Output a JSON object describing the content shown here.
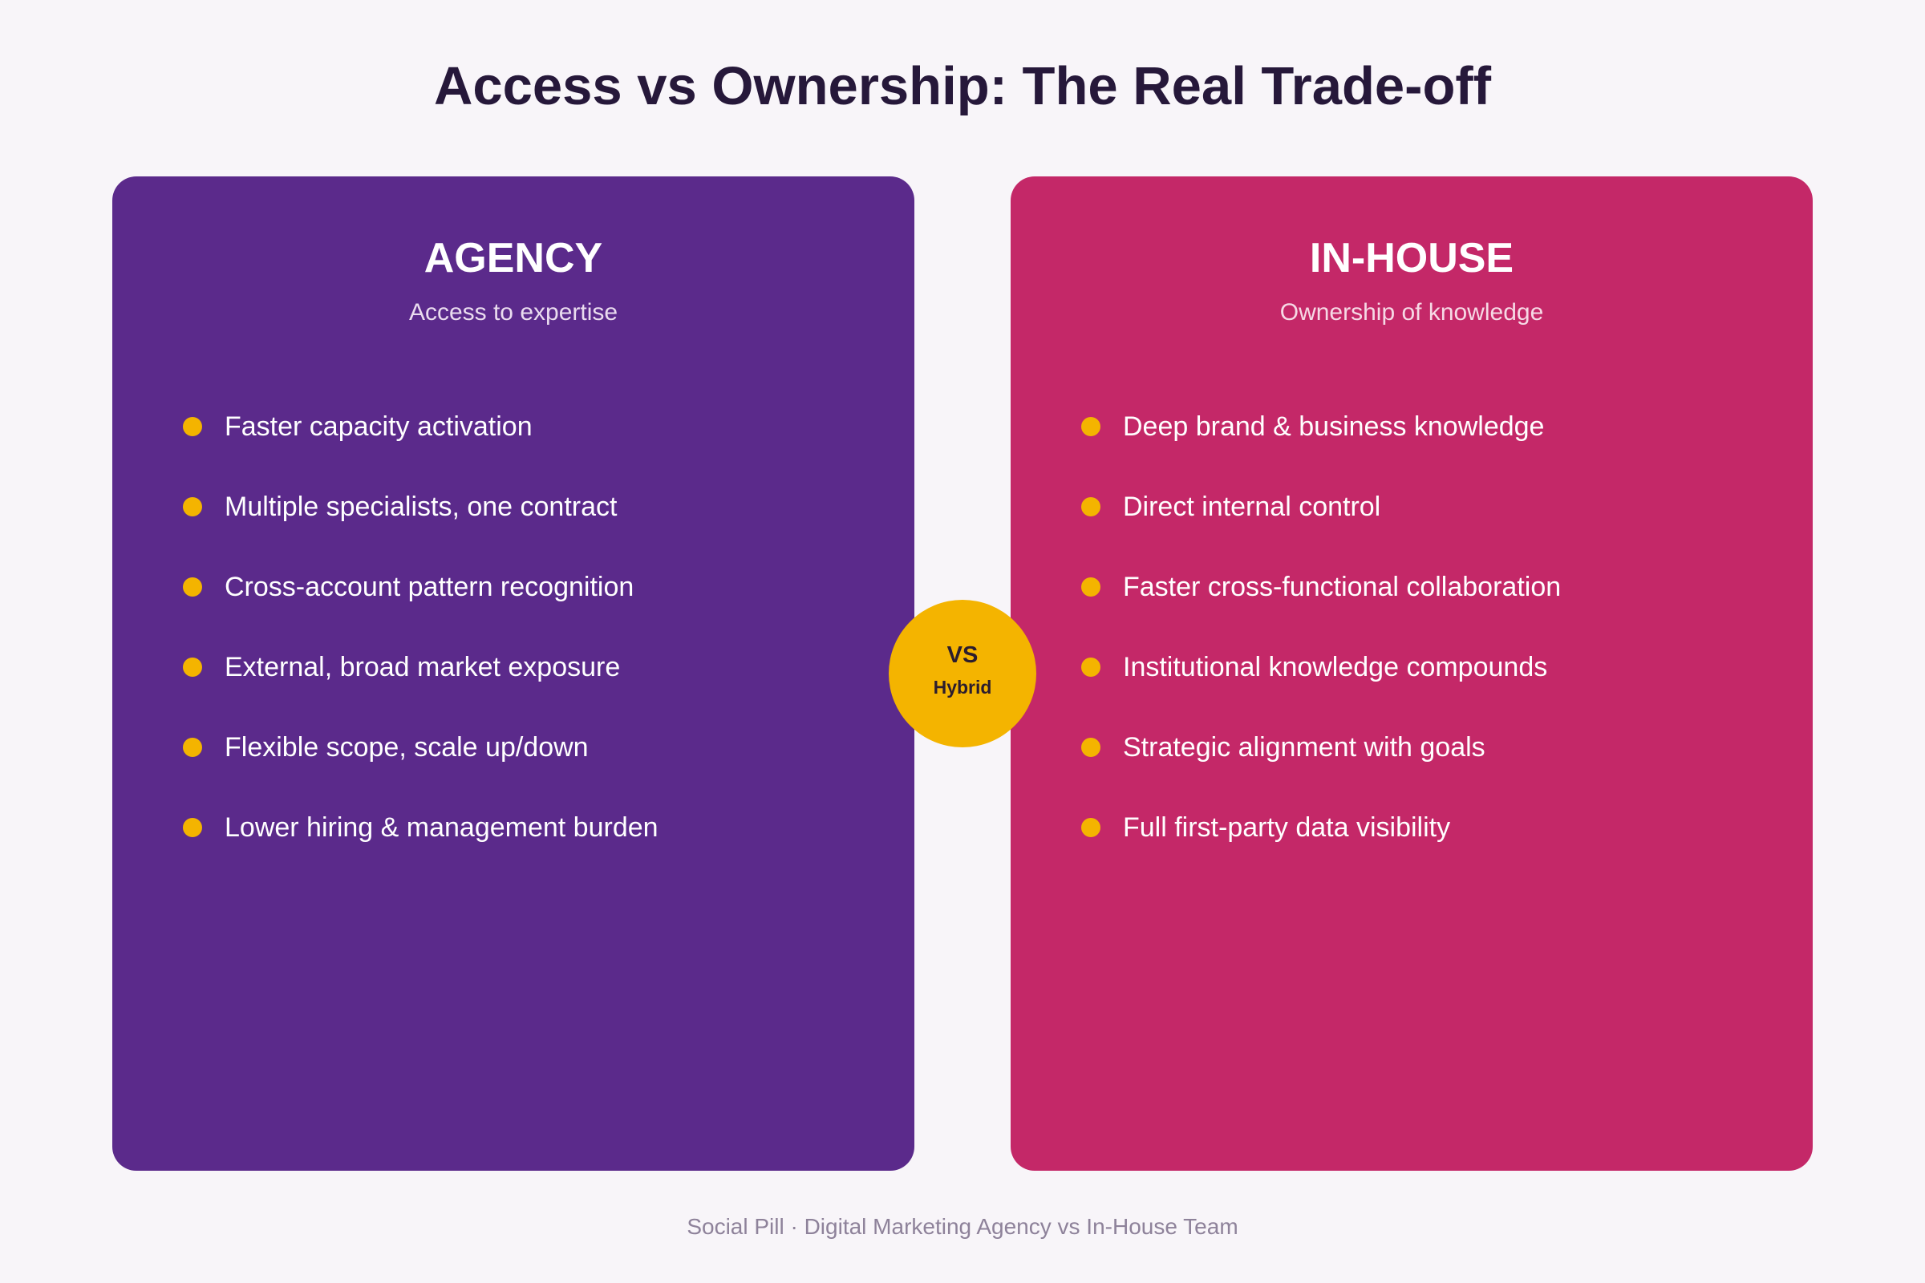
{
  "title": "Access vs Ownership: The Real Trade-off",
  "colors": {
    "background": "#f8f5f9",
    "agency_panel": "#5b2a8b",
    "inhouse_panel": "#c42868",
    "accent": "#f4b400",
    "title_text": "#26183a"
  },
  "agency": {
    "title": "AGENCY",
    "subtitle": "Access to expertise",
    "points": [
      "Faster capacity activation",
      "Multiple specialists, one contract",
      "Cross-account pattern recognition",
      "External, broad market exposure",
      "Flexible scope, scale up/down",
      "Lower hiring & management burden"
    ]
  },
  "inhouse": {
    "title": "IN-HOUSE",
    "subtitle": "Ownership of knowledge",
    "points": [
      "Deep brand & business knowledge",
      "Direct internal control",
      "Faster cross-functional collaboration",
      "Institutional knowledge compounds",
      "Strategic alignment with goals",
      "Full first-party data visibility"
    ]
  },
  "badge": {
    "main": "VS",
    "sub": "Hybrid"
  },
  "footer": "Social Pill · Digital Marketing Agency vs In-House Team"
}
